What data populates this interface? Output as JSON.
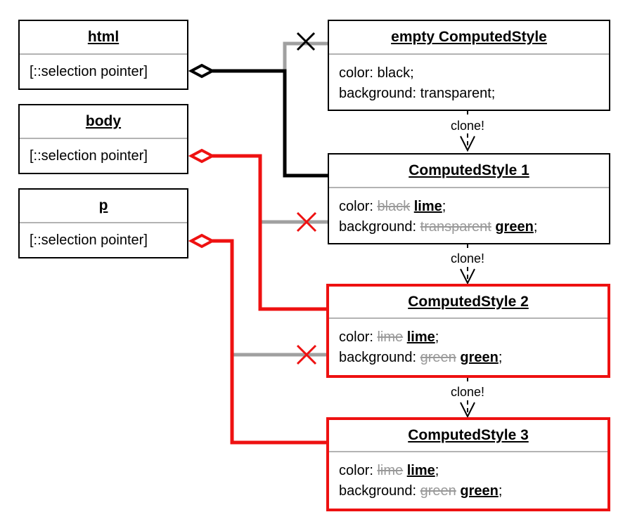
{
  "elements": [
    {
      "name": "html",
      "slot": "[::selection pointer]"
    },
    {
      "name": "body",
      "slot": "[::selection pointer]"
    },
    {
      "name": "p",
      "slot": "[::selection pointer]"
    }
  ],
  "styles": {
    "empty": {
      "title": "empty ComputedStyle",
      "color_line": "color: black;",
      "background_line": "background: transparent;"
    },
    "cs1": {
      "title": "ComputedStyle 1",
      "color_prefix": "color: ",
      "color_old": "black",
      "color_new": "lime",
      "bg_prefix": "background: ",
      "bg_old": "transparent",
      "bg_new": "green",
      "suffix": ";"
    },
    "cs2": {
      "title": "ComputedStyle 2",
      "color_prefix": "color: ",
      "color_old": "lime",
      "color_new": "lime",
      "bg_prefix": "background: ",
      "bg_old": "green",
      "bg_new": "green",
      "suffix": ";"
    },
    "cs3": {
      "title": "ComputedStyle 3",
      "color_prefix": "color: ",
      "color_old": "lime",
      "color_new": "lime",
      "bg_prefix": "background: ",
      "bg_old": "green",
      "bg_new": "green",
      "suffix": ";"
    }
  },
  "clone_label": "clone!",
  "colors": {
    "red": "#ee1111",
    "gray": "#a0a0a0",
    "black": "#000000"
  }
}
